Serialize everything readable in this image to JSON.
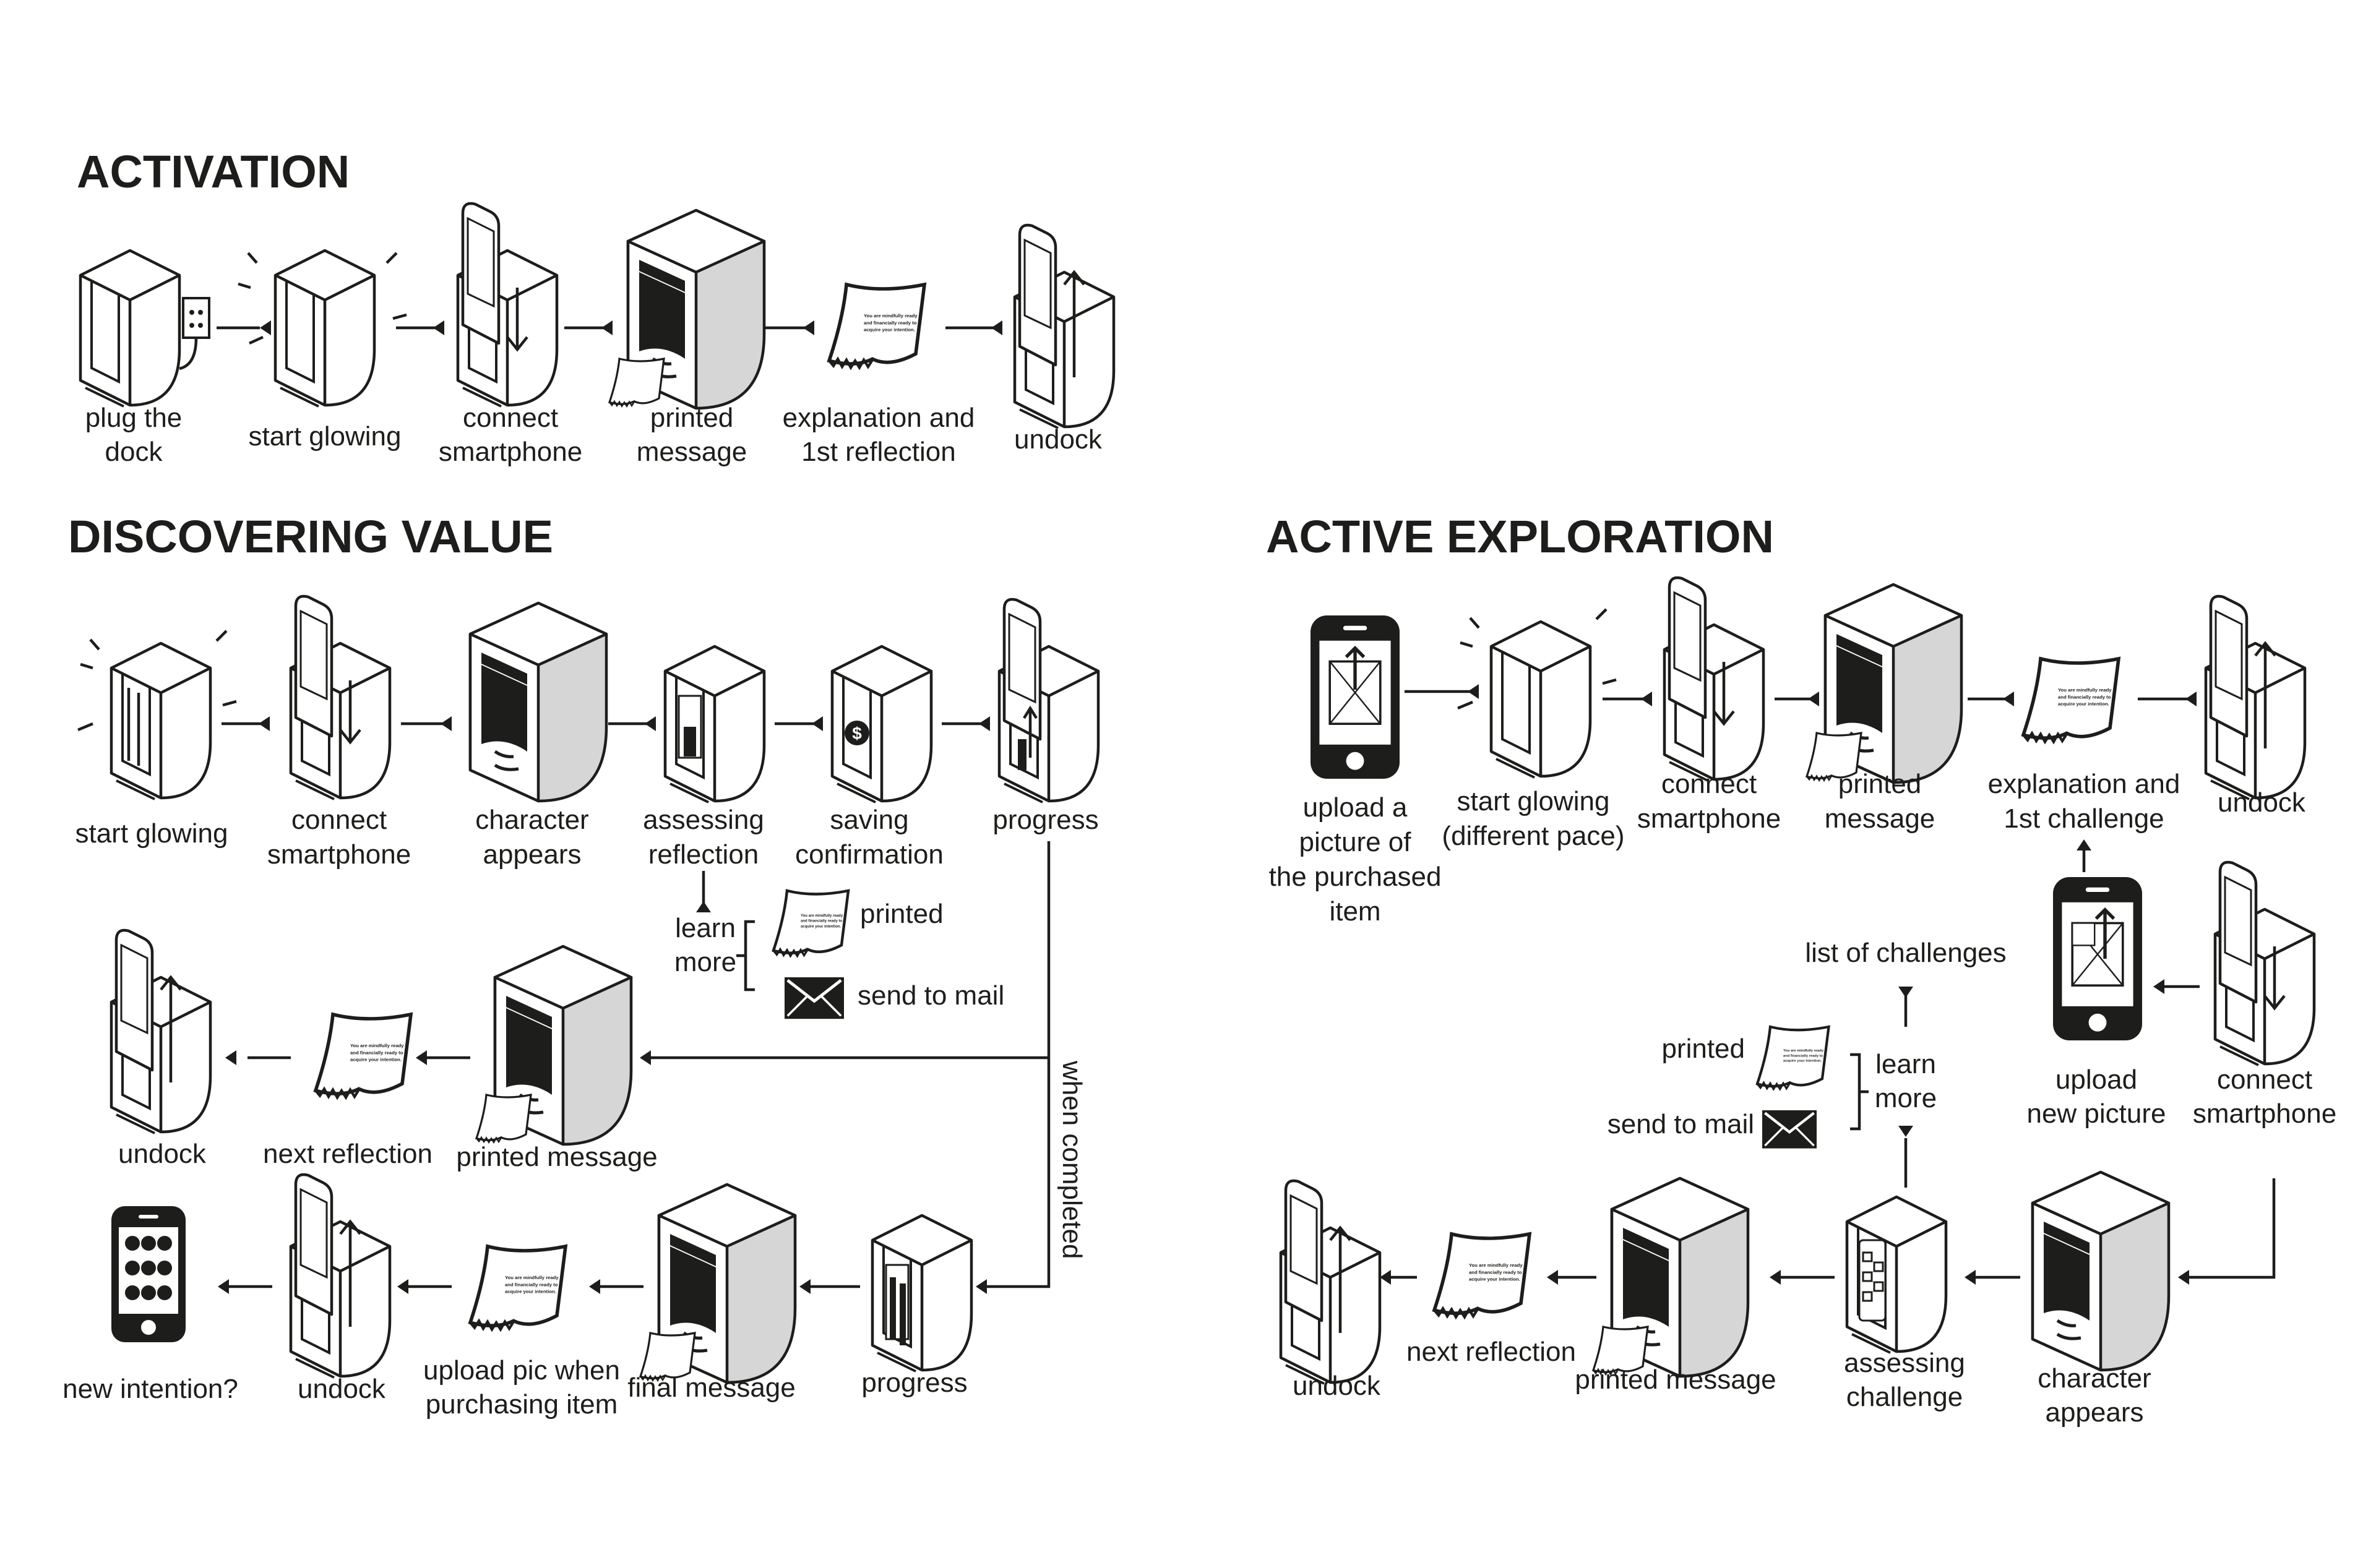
{
  "sections": {
    "activation": "ACTIVATION",
    "discovering": "DISCOVERING VALUE",
    "exploration": "ACTIVE EXPLORATION"
  },
  "icons": {
    "dock": "dock-icon",
    "glow": "glowing-dock-icon",
    "connect": "dock-with-smartphone-icon",
    "printer": "printer-dock-icon",
    "paper": "printed-paper-icon",
    "phone": "smartphone-icon",
    "mail": "envelope-icon",
    "outlet": "power-outlet-icon"
  },
  "colors": {
    "ink": "#1d1d1b",
    "shade": "#d6d6d6",
    "paper": "#ffffff"
  },
  "paper_text": [
    "You are mindfully ready",
    "and financially ready to",
    "acquire your intention."
  ],
  "activation": {
    "steps": [
      {
        "label": [
          "plug the",
          "dock"
        ]
      },
      {
        "label": [
          "start glowing"
        ]
      },
      {
        "label": [
          "connect",
          "smartphone"
        ]
      },
      {
        "label": [
          "printed",
          "message"
        ]
      },
      {
        "label": [
          "explanation and",
          "1st reflection"
        ]
      },
      {
        "label": [
          "undock"
        ]
      }
    ]
  },
  "discovering": {
    "row1": [
      {
        "label": [
          "start glowing"
        ]
      },
      {
        "label": [
          "connect",
          "smartphone"
        ]
      },
      {
        "label": [
          "character",
          "appears"
        ]
      },
      {
        "label": [
          "assessing",
          "reflection"
        ]
      },
      {
        "label": [
          "saving",
          "confirmation"
        ]
      },
      {
        "label": [
          "progress"
        ]
      }
    ],
    "learn_more": [
      "learn",
      "more"
    ],
    "printed": "printed",
    "send_to_mail": "send to mail",
    "row2": [
      {
        "label": [
          "undock"
        ]
      },
      {
        "label": [
          "next reflection"
        ]
      },
      {
        "label": [
          "printed message"
        ]
      }
    ],
    "when_completed": "when completed",
    "row3": [
      {
        "label": [
          "new intention?"
        ]
      },
      {
        "label": [
          "undock"
        ]
      },
      {
        "label": [
          "upload pic when",
          "purchasing item"
        ]
      },
      {
        "label": [
          "final message"
        ]
      },
      {
        "label": [
          "progress"
        ]
      }
    ]
  },
  "exploration": {
    "row1": [
      {
        "label": [
          "upload a",
          "picture of",
          "the purchased",
          "item"
        ]
      },
      {
        "label": [
          "start glowing",
          "(different pace)"
        ]
      },
      {
        "label": [
          "connect",
          "smartphone"
        ]
      },
      {
        "label": [
          "printed",
          "message"
        ]
      },
      {
        "label": [
          "explanation and",
          "1st challenge"
        ]
      },
      {
        "label": [
          "undock"
        ]
      }
    ],
    "row2": [
      {
        "label": [
          "upload",
          "new picture"
        ]
      },
      {
        "label": [
          "connect",
          "smartphone"
        ]
      }
    ],
    "list_of_challenges": "list of challenges",
    "learn_more": [
      "learn",
      "more"
    ],
    "printed": "printed",
    "send_to_mail": "send to mail",
    "row3": [
      {
        "label": [
          "undock"
        ]
      },
      {
        "label": [
          "next reflection"
        ]
      },
      {
        "label": [
          "printed message"
        ]
      },
      {
        "label": [
          "assessing",
          "challenge"
        ]
      },
      {
        "label": [
          "character",
          "appears"
        ]
      }
    ]
  }
}
